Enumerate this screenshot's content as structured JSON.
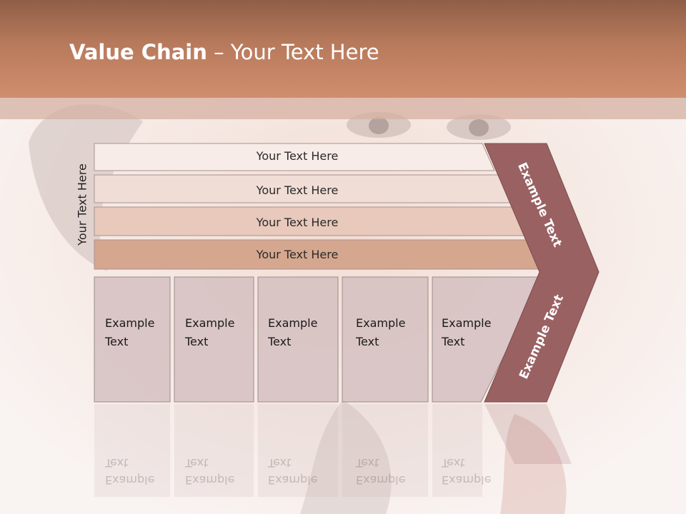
{
  "title": {
    "bold": "Value Chain",
    "rest": " – Your Text Here"
  },
  "side_label": "Your Text Here",
  "rows": [
    {
      "label": "Your Text Here",
      "color": "#f7ece8"
    },
    {
      "label": "Your Text Here",
      "color": "#f0ddd6"
    },
    {
      "label": "Your Text Here",
      "color": "#e8c9bb"
    },
    {
      "label": "Your Text Here",
      "color": "#d6a78f"
    }
  ],
  "boxes": [
    {
      "line1": "Example",
      "line2": "Text"
    },
    {
      "line1": "Example",
      "line2": "Text"
    },
    {
      "line1": "Example",
      "line2": "Text"
    },
    {
      "line1": "Example",
      "line2": "Text"
    },
    {
      "line1": "Example",
      "line2": "Text"
    }
  ],
  "chevron": {
    "upper": "Example Text",
    "lower": "Example Text",
    "color": "#9a6163"
  },
  "colors": {
    "header": "#c4856a",
    "box_fill": "#d5bfc1",
    "box_stroke": "#9c8c8c"
  }
}
